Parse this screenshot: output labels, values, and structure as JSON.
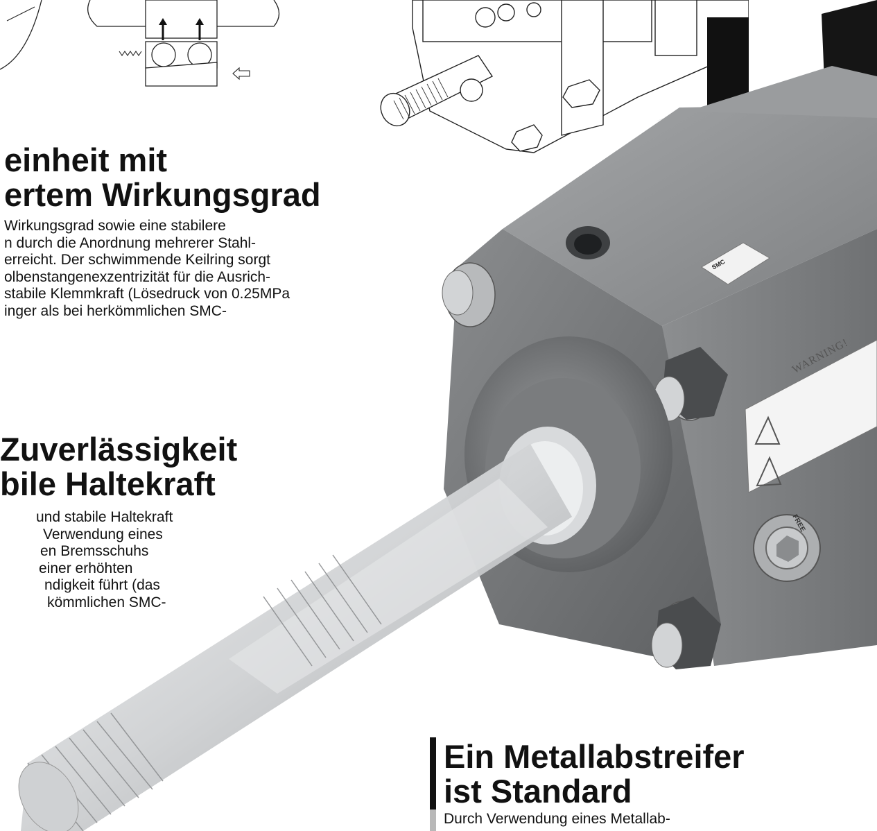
{
  "section1": {
    "heading_lines": [
      "einheit mit",
      "ertem Wirkungsgrad"
    ],
    "body_lines": [
      "Wirkungsgrad sowie eine stabilere",
      "n durch die Anordnung mehrerer Stahl-",
      "erreicht. Der schwimmende Keilring sorgt",
      "olbenstangenexzentrizität für die Ausrich-",
      "stabile Klemmkraft (Lösedruck von 0.25MPa",
      "inger als bei herkömmlichen SMC-"
    ]
  },
  "section2": {
    "heading_lines": [
      "Zuverlässigkeit",
      "bile Haltekraft"
    ],
    "body_lines": [
      "und stabile Haltekraft",
      "Verwendung eines",
      "en Bremsschuhs",
      "einer erhöhten",
      "ndigkeit führt (das",
      "kömmlichen SMC-"
    ]
  },
  "section3": {
    "heading_lines": [
      "Ein Metallabstreifer",
      "ist Standard"
    ],
    "body_lines": [
      "Durch Verwendung eines Metallab-"
    ]
  },
  "product_label": {
    "warning_word": "WARNING!",
    "brand": "SMC",
    "release_word": "FREE"
  },
  "colors": {
    "body_metal": "#8d8f91",
    "rod_metal": "#d6d8da",
    "accent_bar": "#111111"
  }
}
